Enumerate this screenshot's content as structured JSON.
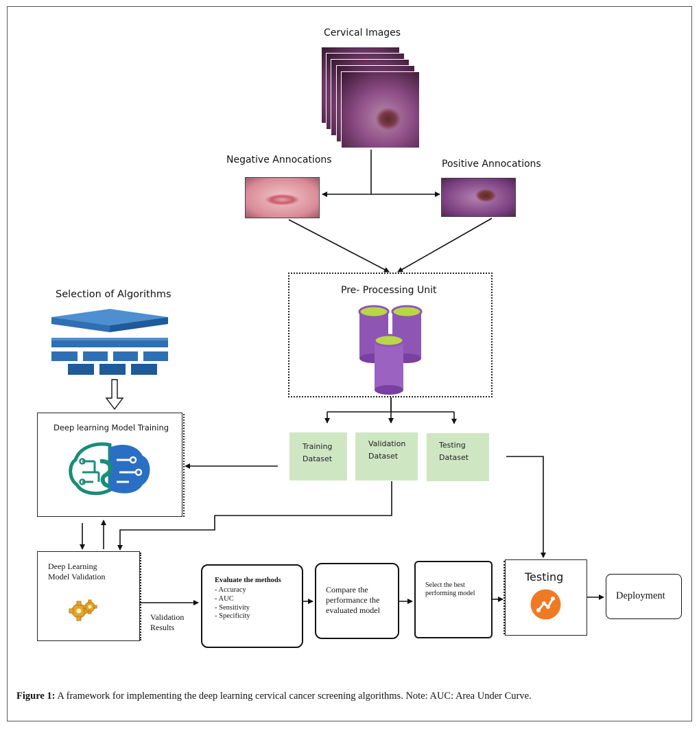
{
  "labels": {
    "cervical_images": "Cervical Images",
    "negative": "Negative Annocations",
    "positive": "Positive Annocations",
    "preprocessing": "Pre- Processing Unit",
    "selection": "Selection of Algorithms"
  },
  "datasets": [
    {
      "line1": "Training",
      "line2": "Dataset"
    },
    {
      "line1": "Validation",
      "line2": "Dataset"
    },
    {
      "line1": "Testing",
      "line2": "Dataset"
    }
  ],
  "training_box": {
    "title": "Deep learning Model Training"
  },
  "validation_box": {
    "line1": "Deep Learning",
    "line2": "Model Validation"
  },
  "validation_results": {
    "line1": "Validation",
    "line2": "Results"
  },
  "evaluate": {
    "title": "Evaluate the methods",
    "items": [
      "- Accuracy",
      "- AUC",
      "- Sensitivity",
      "- Specificity"
    ]
  },
  "compare": {
    "line1": "Compare the",
    "line2": "performance the",
    "line3": "evaluated model"
  },
  "select": {
    "line1": "Select the best",
    "line2": "performing model"
  },
  "testing": {
    "title": "Testing"
  },
  "deployment": {
    "title": "Deployment"
  },
  "caption": {
    "prefix": "Figure 1:",
    "text": " A framework for implementing the deep learning cervical cancer screening algorithms. Note: AUC: Area Under Curve."
  },
  "colors": {
    "dataset_green": "#cfe6c3",
    "cylinder_purple": "#8f55b5",
    "cylinder_top": "#b9d648",
    "layers_blue": "#2f6fb3",
    "brain_teal": "#1a8c7a",
    "brain_blue": "#2a6fc4",
    "testing_orange": "#f07a24",
    "gear_gold": "#e6a52a"
  }
}
